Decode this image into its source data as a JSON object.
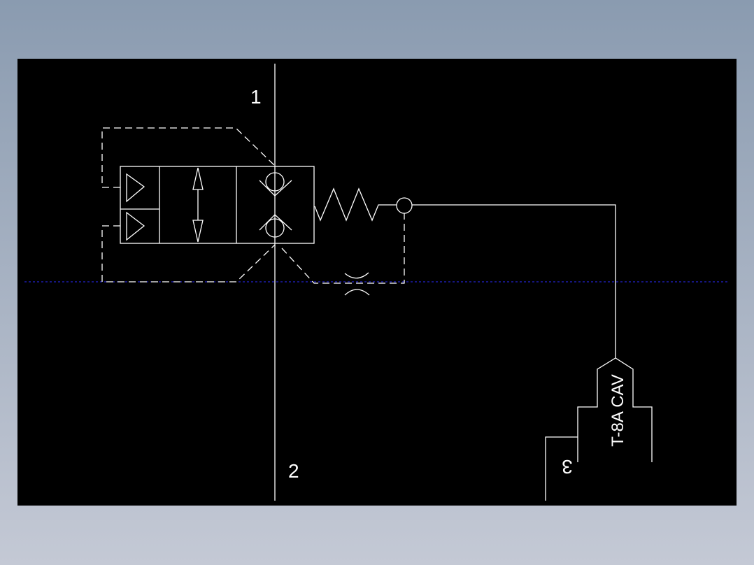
{
  "drawing": {
    "port_labels": [
      "1",
      "2"
    ],
    "cavity_label": "T-8A CAV",
    "cavity_port_label": "3",
    "colors": {
      "background": "#000000",
      "lines": "#ffffff",
      "construction_line": "#2020ff"
    }
  }
}
